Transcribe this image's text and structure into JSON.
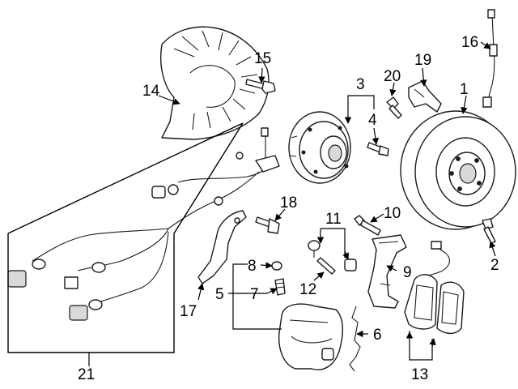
{
  "diagram": {
    "callouts": [
      {
        "id": "c1",
        "text": "1"
      },
      {
        "id": "c2",
        "text": "2"
      },
      {
        "id": "c3",
        "text": "3"
      },
      {
        "id": "c4",
        "text": "4"
      },
      {
        "id": "c5",
        "text": "5"
      },
      {
        "id": "c6",
        "text": "6"
      },
      {
        "id": "c7",
        "text": "7"
      },
      {
        "id": "c8",
        "text": "8"
      },
      {
        "id": "c9",
        "text": "9"
      },
      {
        "id": "c10",
        "text": "10"
      },
      {
        "id": "c11",
        "text": "11"
      },
      {
        "id": "c12",
        "text": "12"
      },
      {
        "id": "c13",
        "text": "13"
      },
      {
        "id": "c14",
        "text": "14"
      },
      {
        "id": "c15",
        "text": "15"
      },
      {
        "id": "c16",
        "text": "16"
      },
      {
        "id": "c17",
        "text": "17"
      },
      {
        "id": "c18",
        "text": "18"
      },
      {
        "id": "c19",
        "text": "19"
      },
      {
        "id": "c20",
        "text": "20"
      },
      {
        "id": "c21",
        "text": "21"
      }
    ]
  }
}
